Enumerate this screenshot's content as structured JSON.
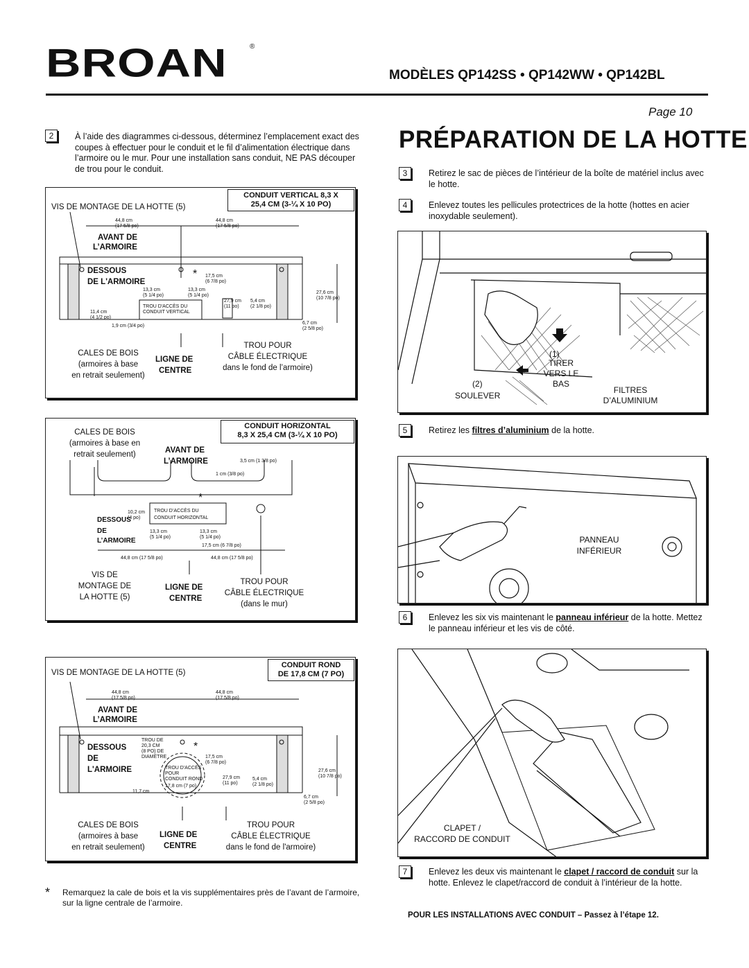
{
  "brand": {
    "name": "BROAN",
    "registered": "®"
  },
  "header": {
    "models": "MODÈLES  QP142SS • QP142WW • QP142BL",
    "page": "Page 10",
    "title": "PRÉPARATION DE LA HOTTE"
  },
  "steps": {
    "s2": {
      "num": "2",
      "text": "À l’aide des diagrammes ci-dessous, déterminez l’emplacement exact des coupes à effectuer pour le conduit et le fil d’alimentation électrique dans l’armoire ou le mur. Pour une installation sans conduit, NE PAS découper de trou pour le conduit."
    },
    "s3": {
      "num": "3",
      "text": "Retirez le sac de pièces de l’intérieur de la boîte de matériel inclus avec le hotte."
    },
    "s4": {
      "num": "4",
      "text": "Enlevez toutes les pellicules protectrices de la hotte (hottes en acier inoxydable seulement)."
    },
    "s5": {
      "num": "5",
      "pre": "Retirez les ",
      "link": "filtres d’aluminium",
      "post": " de la hotte."
    },
    "s6": {
      "num": "6",
      "pre": "Enlevez les six vis maintenant le ",
      "link": "panneau inférieur",
      "post": " de la hotte. Mettez le panneau inférieur et les vis de côté."
    },
    "s7": {
      "num": "7",
      "pre": "Enlevez les deux vis maintenant le ",
      "link": "clapet / raccord de conduit",
      "post": " sur la hotte. Enlevez le clapet/raccord de conduit à l’intérieur de la hotte."
    }
  },
  "diagram1": {
    "header1": "CONDUIT VERTICAL 8,3 X",
    "header2": "25,4 CM (3-¼ X 10 PO)",
    "screws": "VIS DE MONTAGE DE LA HOTTE (5)",
    "front1": "AVANT DE",
    "front2": "L’ARMOIRE",
    "under1": "DESSOUS",
    "under2": "DE L'ARMOIRE",
    "hole1": "TROU D'ACCÈS DU",
    "hole2": "CONDUIT VERTICAL",
    "dims": {
      "a": "44,8 cm",
      "a2": "(17 5/8 po)",
      "b": "44,8 cm",
      "b2": "(17 5/8 po)",
      "c": "17,5 cm",
      "c2": "(6 7/8 po)",
      "d": "13,3 cm",
      "d2": "(5 1/4 po)",
      "e": "13,3 cm",
      "e2": "(5 1/4 po)",
      "f": "27,9 cm",
      "f2": "(11 po)",
      "g": "5,4 cm",
      "g2": "(2 1/8 po)",
      "h": "27,6 cm",
      "h2": "(10 7/8 po)",
      "i": "11,4 cm",
      "i2": "(4 1/2 po)",
      "j": "1,9 cm (3/4 po)",
      "k": "6,7 cm",
      "k2": "(2 5/8 po)"
    },
    "star": "*",
    "wood1": "CALES DE BOIS",
    "wood2": "(armoires à base",
    "wood3": "en retrait seulement)",
    "center1": "LIGNE DE",
    "center2": "CENTRE",
    "wire1": "TROU POUR",
    "wire2": "CÂBLE ÉLECTRIQUE",
    "wire3": "dans le fond de l’armoire)"
  },
  "diagram2": {
    "header1": "CONDUIT HORIZONTAL",
    "header2": "8,3 X 25,4 CM (3-¼ X 10 PO)",
    "wood1": "CALES DE BOIS",
    "wood2": "(armoires à base en",
    "wood3": "retrait seulement)",
    "front1": "AVANT DE",
    "front2": "L’ARMOIRE",
    "under1": "DESSOUS",
    "under2": "DE",
    "under3": "L’ARMOIRE",
    "hole1": "TROU D’ACCÈS DU",
    "hole2": "CONDUIT HORIZONTAL",
    "dims": {
      "a": "3,5 cm (1 3/8 po)",
      "b": "1 cm (3/8 po)",
      "c": "10,2 cm",
      "c2": "(4 po)",
      "d": "13,3 cm",
      "d2": "(5 1/4 po)",
      "e": "13,3 cm",
      "e2": "(5 1/4 po)",
      "f": "17,5 cm (6 7/8 po)",
      "g": "44,8 cm (17 5/8 po)",
      "h": "44,8 cm (17 5/8 po)"
    },
    "star": "*",
    "screws1": "VIS DE",
    "screws2": "MONTAGE DE",
    "screws3": "LA HOTTE (5)",
    "center1": "LIGNE DE",
    "center2": "CENTRE",
    "wire1": "TROU POUR",
    "wire2": "CÂBLE ÉLECTRIQUE",
    "wire3": "(dans le mur)"
  },
  "diagram3": {
    "header1": "CONDUIT ROND",
    "header2": "DE 17,8 CM (7 PO)",
    "screws": "VIS DE MONTAGE DE LA HOTTE (5)",
    "front1": "AVANT DE",
    "front2": "L’ARMOIRE",
    "under1": "DESSOUS",
    "under2": "DE",
    "under3": "L'ARMOIRE",
    "hole1": "TROU DE",
    "hole2": "20,3 CM",
    "hole3": "(8 PO) DE",
    "hole4": "DIAMÈTRE",
    "hole5": "TROU D'ACCÈS",
    "hole6": "POUR",
    "hole7": "CONDUIT ROND",
    "hole8": "17,8 cm (7 po)",
    "dims": {
      "a": "44,8 cm",
      "a2": "(17 5/8 po)",
      "b": "44,8 cm",
      "b2": "(17 5/8 po)",
      "c": "17,5 cm",
      "c2": "(6 7/8 po)",
      "f": "27,9 cm",
      "f2": "(11 po)",
      "g": "5,4 cm",
      "g2": "(2 1/8 po)",
      "h": "27,6 cm",
      "h2": "(10 7/8 po)",
      "i": "11,7 cm",
      "k": "6,7 cm",
      "k2": "(2 5/8 po)"
    },
    "star": "*",
    "wood1": "CALES DE BOIS",
    "wood2": "(armoires à base",
    "wood3": "en retrait seulement)",
    "center1": "LIGNE DE",
    "center2": "CENTRE",
    "wire1": "TROU POUR",
    "wire2": "CÂBLE ÉLECTRIQUE",
    "wire3": "dans le fond de l'armoire)"
  },
  "illus_filters": {
    "n1": "(1)",
    "pull1": "TIRER",
    "pull2": "VERS LE",
    "pull3": "BAS",
    "n2": "(2)",
    "lift": "SOULEVER",
    "filters1": "FILTRES",
    "filters2": "D’ALUMINIUM"
  },
  "illus_panel": {
    "l1": "PANNEAU",
    "l2": "INFÉRIEUR"
  },
  "illus_damper": {
    "l1": "CLAPET /",
    "l2": "RACCORD DE CONDUIT"
  },
  "footnote": {
    "star": "*",
    "text": "Remarquez la cale de bois et la vis supplémentaires près de l’avant de l’armoire, sur la ligne centrale de l’armoire."
  },
  "final": "POUR LES INSTALLATIONS AVEC CONDUIT – Passez à l’étape 12."
}
